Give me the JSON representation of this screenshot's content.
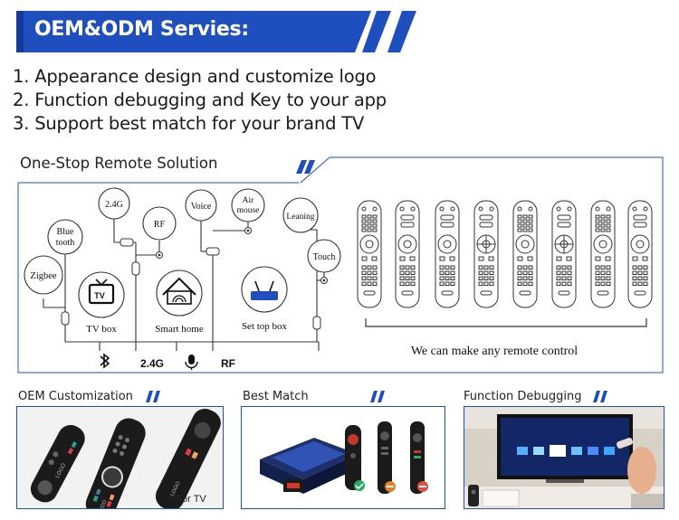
{
  "header": {
    "title": "OEM&ODM Servies:"
  },
  "services": [
    "1. Appearance design and customize logo",
    "2. Function debugging and Key to your app",
    "3. Support best match for your brand TV"
  ],
  "one_stop": {
    "title": "One-Stop Remote Solution",
    "nodes": {
      "zigbee": "Zigbee",
      "bluetooth_1": "Blue",
      "bluetooth_2": "tooth",
      "g24": "2.4G",
      "rf": "RF",
      "voice": "Voice",
      "air_1": "Air",
      "air_2": "mouse",
      "leaning": "Leaning",
      "touch": "Touch"
    },
    "devices": {
      "tv_box": "TV box",
      "tv_icon_text": "TV",
      "smart_home": "Smart home",
      "set_top_box": "Set top box"
    },
    "protocols": {
      "g24": "2.4G",
      "rf": "RF"
    },
    "caption": "We can make any remote control"
  },
  "cards": {
    "oem": {
      "title": "OEM Customization",
      "note": "* For TV",
      "logo": "LOGO"
    },
    "match": {
      "title": "Best Match"
    },
    "debug": {
      "title": "Function Debugging"
    }
  },
  "colors": {
    "brand_blue": "#1f4fbf",
    "banner_dark": "#163a99"
  }
}
